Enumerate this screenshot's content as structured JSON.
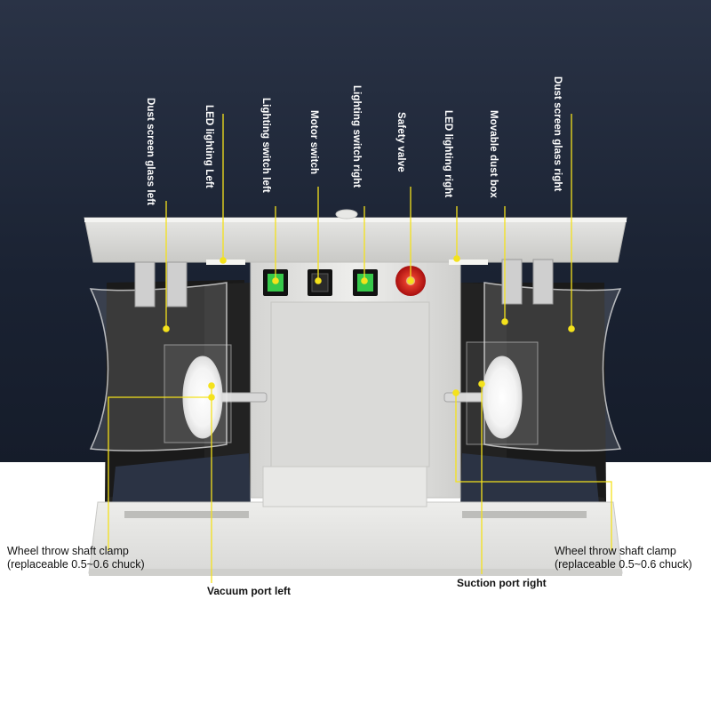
{
  "colors": {
    "background_top": "#1c2536",
    "background_floor": "#ffffff",
    "callout_line": "#f4e21c",
    "label_dark_bg_text": "#ffffff",
    "label_light_bg_text": "#111111",
    "switch_green": "#37c94a",
    "safety_valve_red": "#d01818"
  },
  "labels": {
    "dust_screen_left": "Dust screen glass left",
    "led_left": "LED lighting Left",
    "lighting_switch_left": "Lighting switch left",
    "motor_switch": "Motor switch",
    "lighting_switch_right": "Lighting switch right",
    "safety_valve": "Safety valve",
    "led_right": "LED lighting right",
    "movable_dust_box": "Movable dust box",
    "dust_screen_right": "Dust screen glass right",
    "shaft_clamp_left_line1": "Wheel throw shaft clamp",
    "shaft_clamp_left_line2": "(replaceable 0.5~0.6 chuck)",
    "shaft_clamp_right_line1": "Wheel throw shaft clamp",
    "shaft_clamp_right_line2": "(replaceable 0.5~0.6 chuck)",
    "vacuum_port_left": "Vacuum port left",
    "suction_port_right": "Suction port right"
  }
}
